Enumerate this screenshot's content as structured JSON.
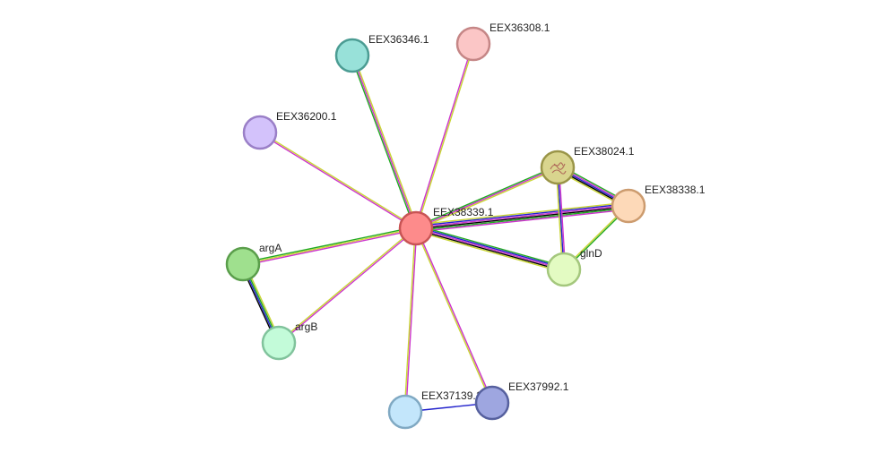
{
  "network": {
    "nodes": [
      {
        "id": "EEX38339.1",
        "label": "EEX38339.1",
        "fill": "#fd8b8b",
        "stroke": "#c85454",
        "query": true
      },
      {
        "id": "EEX36346.1",
        "label": "EEX36346.1",
        "fill": "#98e1d9",
        "stroke": "#4b9c93"
      },
      {
        "id": "EEX36308.1",
        "label": "EEX36308.1",
        "fill": "#fbc6c6",
        "stroke": "#c58686"
      },
      {
        "id": "EEX36200.1",
        "label": "EEX36200.1",
        "fill": "#d3c2fb",
        "stroke": "#9a7fc7"
      },
      {
        "id": "EEX38024.1",
        "label": "EEX38024.1",
        "fill": "#d9d58e",
        "stroke": "#9a9548",
        "structure_icon": "protein-structure-icon"
      },
      {
        "id": "EEX38338.1",
        "label": "EEX38338.1",
        "fill": "#fdd9b8",
        "stroke": "#cc9b6e"
      },
      {
        "id": "glnD",
        "label": "glnD",
        "fill": "#e3fbc2",
        "stroke": "#a4c77d"
      },
      {
        "id": "argA",
        "label": "argA",
        "fill": "#9fe08e",
        "stroke": "#5a9e4b"
      },
      {
        "id": "argB",
        "label": "argB",
        "fill": "#c3fbd9",
        "stroke": "#81c39c"
      },
      {
        "id": "EEX37139.1",
        "label": "EEX37139.1",
        "fill": "#c3e6fb",
        "stroke": "#80a9c3"
      },
      {
        "id": "EEX37992.1",
        "label": "EEX37992.1",
        "fill": "#9ea6e0",
        "stroke": "#56609e"
      }
    ],
    "edges": [
      {
        "source": "EEX38339.1",
        "target": "EEX36346.1",
        "colors": [
          "#22aa22",
          "#cc33cc",
          "#c8d432"
        ]
      },
      {
        "source": "EEX38339.1",
        "target": "EEX36308.1",
        "colors": [
          "#cc33cc",
          "#c8d432"
        ]
      },
      {
        "source": "EEX38339.1",
        "target": "EEX36200.1",
        "colors": [
          "#cc33cc",
          "#c8d432"
        ]
      },
      {
        "source": "EEX38339.1",
        "target": "EEX38024.1",
        "colors": [
          "#22aa22",
          "#cc33cc",
          "#c8d432"
        ]
      },
      {
        "source": "EEX38339.1",
        "target": "EEX38338.1",
        "colors": [
          "#c8d432",
          "#2222cc",
          "#cc33cc",
          "#000000",
          "#22aa22",
          "#cc33cc"
        ]
      },
      {
        "source": "EEX38339.1",
        "target": "glnD",
        "colors": [
          "#22aa22",
          "#2222cc",
          "#cc33cc",
          "#000000",
          "#c8d432"
        ]
      },
      {
        "source": "EEX38339.1",
        "target": "argA",
        "colors": [
          "#cc33cc",
          "#c8d432",
          "#22aa22"
        ]
      },
      {
        "source": "EEX38339.1",
        "target": "argB",
        "colors": [
          "#cc33cc",
          "#c8d432"
        ]
      },
      {
        "source": "EEX38339.1",
        "target": "EEX37139.1",
        "colors": [
          "#cc33cc",
          "#c8d432"
        ]
      },
      {
        "source": "EEX38339.1",
        "target": "EEX37992.1",
        "colors": [
          "#cc33cc",
          "#c8d432"
        ]
      },
      {
        "source": "EEX38024.1",
        "target": "EEX38338.1",
        "colors": [
          "#22aa22",
          "#cc33cc",
          "#2222cc",
          "#000000",
          "#c8d432"
        ]
      },
      {
        "source": "EEX38024.1",
        "target": "glnD",
        "colors": [
          "#cc33cc",
          "#2222cc",
          "#c8d432"
        ]
      },
      {
        "source": "EEX38338.1",
        "target": "glnD",
        "colors": [
          "#22aa22",
          "#c8d432"
        ]
      },
      {
        "source": "argA",
        "target": "argB",
        "colors": [
          "#c8d432",
          "#22aa22",
          "#2222cc",
          "#000000"
        ]
      },
      {
        "source": "EEX37139.1",
        "target": "EEX37992.1",
        "colors": [
          "#2222cc"
        ]
      }
    ]
  }
}
